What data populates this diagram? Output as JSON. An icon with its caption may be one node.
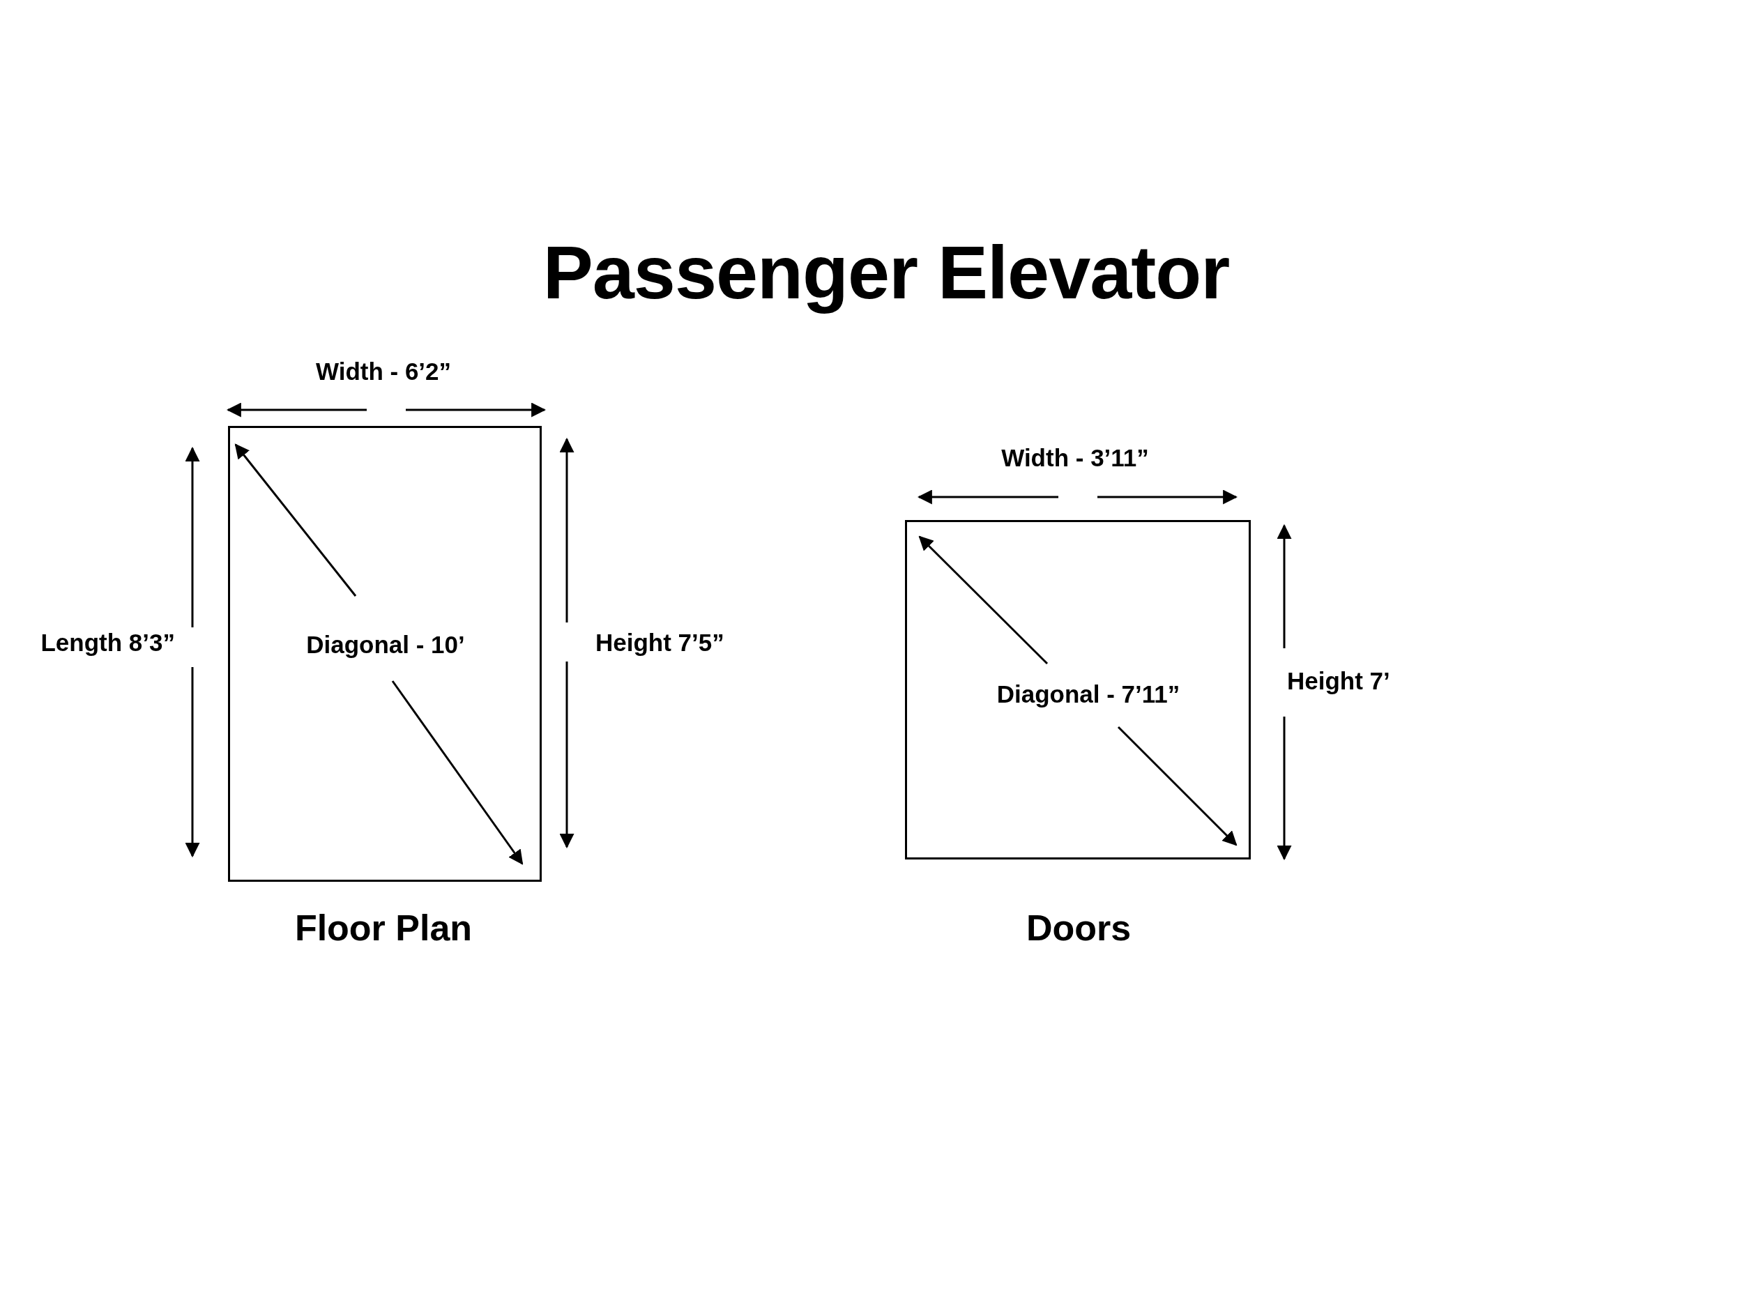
{
  "diagram": {
    "title": "Passenger Elevator",
    "nodes": [
      {
        "text": [
          "Diagonal - 10’"
        ],
        "beside": [
          "Floor Plan"
        ]
      },
      {
        "text": [
          "Diagonal - 7’11”"
        ],
        "beside": [
          "Doors"
        ]
      }
    ],
    "labels": [
      "Width - 6’2”",
      "Length 8’3”",
      "Height 7’5”",
      "Width - 3’11”",
      "Height 7’"
    ]
  }
}
